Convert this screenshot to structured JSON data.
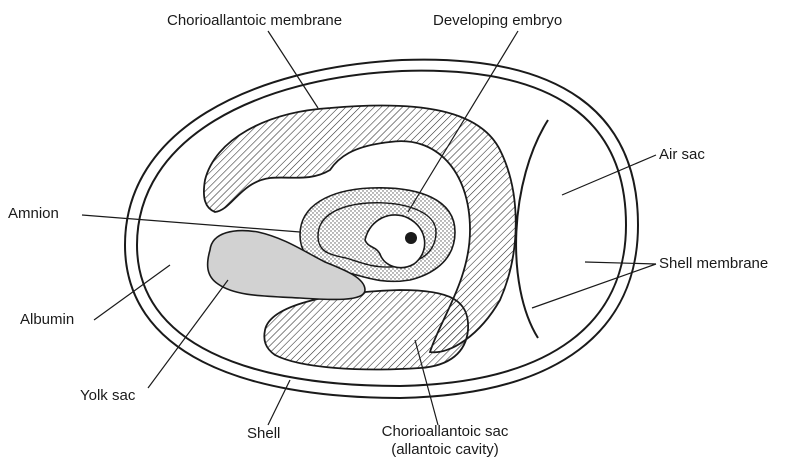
{
  "labels": {
    "chorioallantoic_membrane": "Chorioallantoic membrane",
    "developing_embryo": "Developing embryo",
    "air_sac": "Air sac",
    "amnion": "Amnion",
    "shell_membrane": "Shell membrane",
    "albumin": "Albumin",
    "yolk_sac": "Yolk sac",
    "shell": "Shell",
    "chorioallantoic_sac_line1": "Chorioallantoic sac",
    "chorioallantoic_sac_line2": "(allantoic cavity)"
  },
  "colors": {
    "ink": "#1a1a1a",
    "hatch": "#2a2a2a",
    "stipple": "#555555",
    "yolk_fill": "#d2d2d2",
    "background": "#ffffff"
  }
}
